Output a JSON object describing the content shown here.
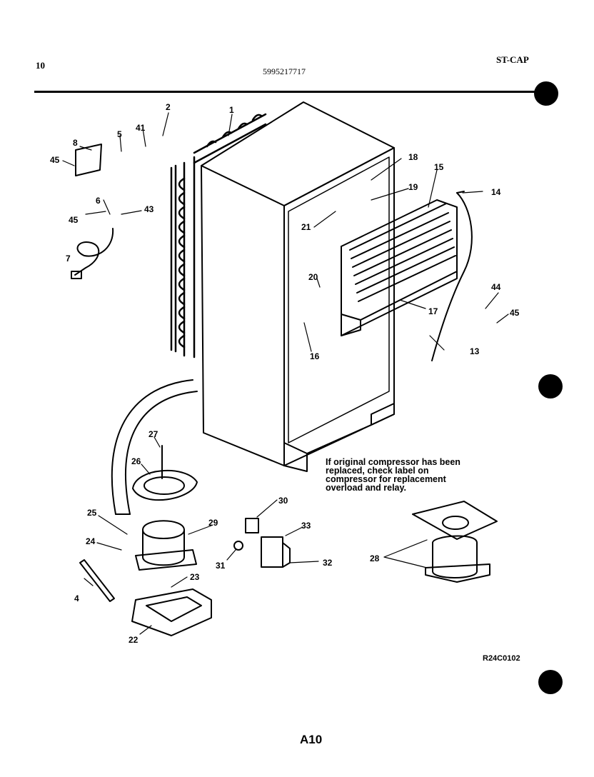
{
  "header": {
    "page_number": "10",
    "model": "5995217717",
    "section": "ST-CAP"
  },
  "callouts": [
    "1",
    "2",
    "4",
    "5",
    "6",
    "7",
    "8",
    "13",
    "14",
    "15",
    "16",
    "17",
    "18",
    "19",
    "20",
    "21",
    "22",
    "23",
    "24",
    "25",
    "26",
    "27",
    "28",
    "29",
    "30",
    "31",
    "32",
    "33",
    "41",
    "43",
    "44",
    "45"
  ],
  "note": "If original compressor has been replaced, check label on compressor for replacement overload and relay.",
  "drawing_code": "R24C0102",
  "footer_page": "A10",
  "colors": {
    "ink": "#000000",
    "paper": "#ffffff"
  }
}
